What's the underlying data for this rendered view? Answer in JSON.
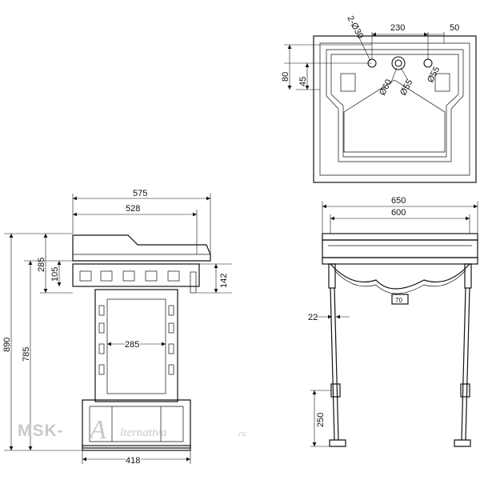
{
  "top_view": {
    "dims": {
      "holes": "2-Ø30",
      "spacing": "230",
      "offset_right": "50",
      "depth_80": "80",
      "depth_45": "45",
      "tap_hole_60": "Ø60",
      "tap_hole_55": "Ø55",
      "hole_55": "Ø55"
    }
  },
  "side_view": {
    "dims": {
      "overall_depth": "575",
      "basin_depth": "528",
      "basin_height": "285",
      "rail_height": "105",
      "rail_142": "142",
      "total_height": "890",
      "basin_top_height": "785",
      "frame_width": "285",
      "foot_width": "418"
    }
  },
  "front_view": {
    "dims": {
      "overall_width": "650",
      "inner_width": "600",
      "leg_diameter": "22",
      "waste": "70",
      "foot_height": "250"
    }
  },
  "watermark": {
    "brand_left": "MSK-",
    "brand_letter": "A",
    "brand_right": "lternativa",
    "brand_suffix": ".ru"
  }
}
